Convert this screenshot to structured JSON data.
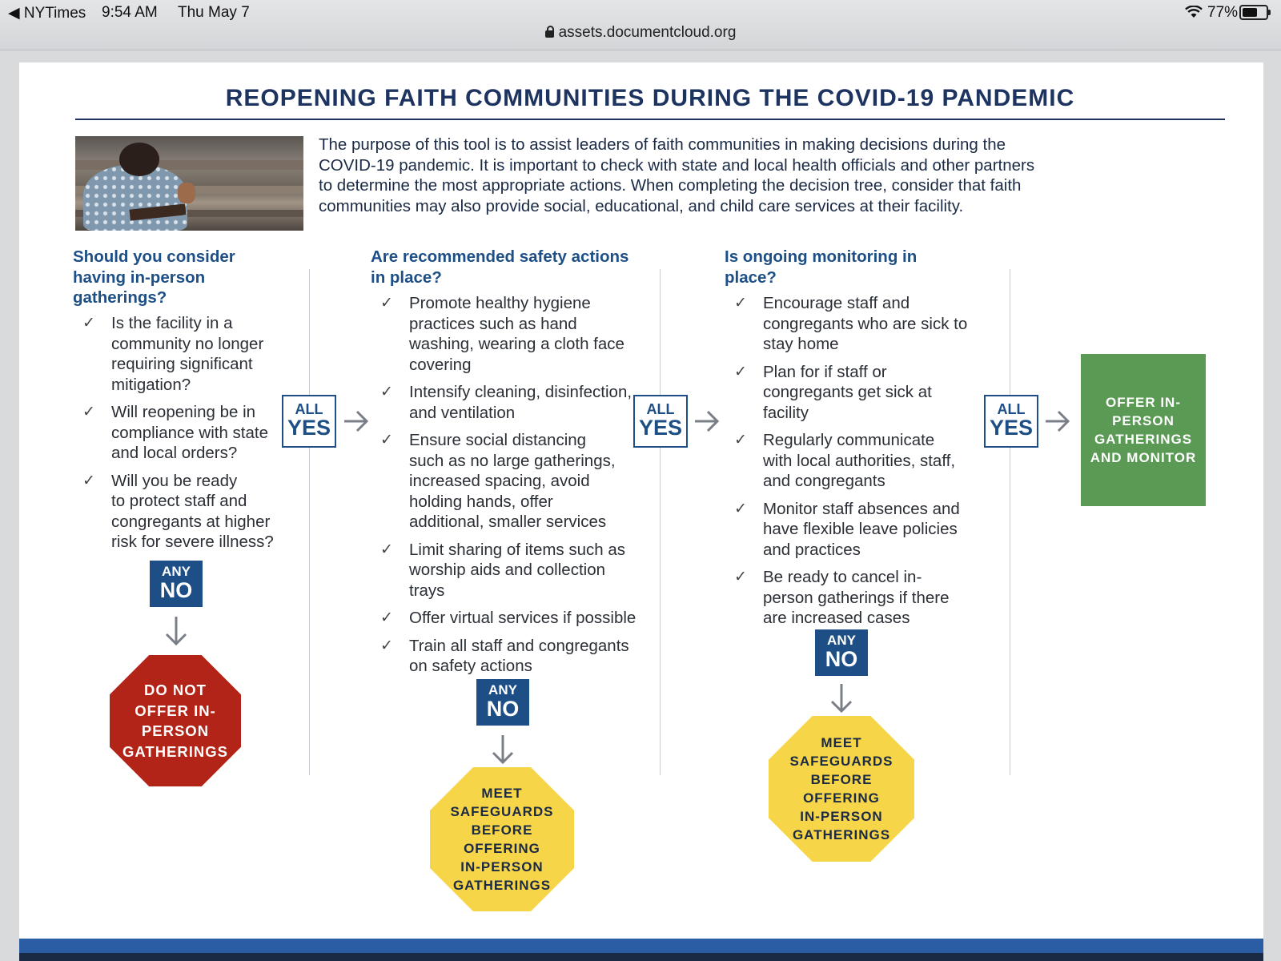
{
  "status": {
    "back_app": "◀ NYTimes",
    "time": "9:54 AM",
    "date": "Thu May 7",
    "url": "assets.documentcloud.org",
    "battery_text": "77%",
    "battery_level": 0.77
  },
  "doc": {
    "title": "REOPENING FAITH COMMUNITIES DURING THE COVID-19 PANDEMIC",
    "intro_lines": [
      "The purpose of this tool is to assist leaders of faith communities in making decisions during the",
      "COVID-19 pandemic. It is important to check with state and local health officials and other partners",
      "to determine the most appropriate actions. When completing the decision tree, consider that faith",
      "communities may also provide social, educational, and child care services at their facility."
    ],
    "columns": [
      {
        "heading_lines": [
          "Should you consider",
          "having in-person",
          "gatherings?"
        ],
        "items": [
          [
            "Is the facility in a",
            "community no longer",
            "requiring significant",
            "mitigation?"
          ],
          [
            "Will reopening be in",
            "compliance with state",
            "and local orders?"
          ],
          [
            "Will you be ready",
            "to protect staff and",
            "congregants at higher",
            "risk for severe illness?"
          ]
        ],
        "no_outcome_lines": [
          "DO NOT",
          "OFFER IN-",
          "PERSON",
          "GATHERINGS"
        ]
      },
      {
        "heading_lines": [
          "Are recommended safety actions",
          "in place?"
        ],
        "items": [
          [
            "Promote healthy hygiene",
            "practices such as hand",
            "washing, wearing a cloth face",
            "covering"
          ],
          [
            "Intensify cleaning, disinfection,",
            "and ventilation"
          ],
          [
            "Ensure social distancing",
            "such as no large gatherings,",
            "increased spacing, avoid",
            "holding hands, offer",
            "additional, smaller services"
          ],
          [
            "Limit sharing of items such as",
            "worship aids and collection",
            "trays"
          ],
          [
            "Offer virtual services if possible"
          ],
          [
            "Train all staff and congregants",
            "on safety actions"
          ]
        ],
        "no_outcome_lines": [
          "MEET",
          "SAFEGUARDS",
          "BEFORE",
          "OFFERING",
          "IN-PERSON",
          "GATHERINGS"
        ]
      },
      {
        "heading_lines": [
          "Is ongoing monitoring in",
          "place?"
        ],
        "items": [
          [
            "Encourage staff and",
            "congregants who are sick to",
            "stay home"
          ],
          [
            "Plan for if staff or",
            "congregants get sick at",
            "facility"
          ],
          [
            "Regularly communicate",
            "with local authorities, staff,",
            "and congregants"
          ],
          [
            "Monitor staff absences and",
            "have flexible leave policies",
            "and practices"
          ],
          [
            "Be ready to cancel in-",
            "person gatherings if there",
            "are increased cases"
          ]
        ],
        "no_outcome_lines": [
          "MEET",
          "SAFEGUARDS",
          "BEFORE",
          "OFFERING",
          "IN-PERSON",
          "GATHERINGS"
        ]
      }
    ],
    "yes_small": "ALL",
    "yes_big": "YES",
    "no_small": "ANY",
    "no_big": "NO",
    "checkmark": "✓",
    "final_outcome_lines": [
      "OFFER IN-",
      "PERSON",
      "GATHERINGS",
      "AND MONITOR"
    ],
    "colors": {
      "navy": "#1d4f86",
      "title": "#1d3461",
      "stop_red": "#b22417",
      "caution_yellow": "#f7d548",
      "go_green": "#5a9a54"
    }
  }
}
